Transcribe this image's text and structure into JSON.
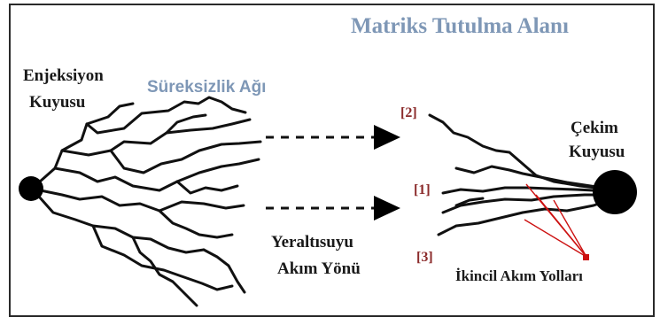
{
  "labels": {
    "matrix_zone": "Matriks Tutulma Alanı",
    "fracture_network": "Süreksizlik Ağı",
    "injection_well_line1": "Enjeksiyon",
    "injection_well_line2": "Kuyusu",
    "extraction_well_line1": "Çekim",
    "extraction_well_line2": "Kuyusu",
    "groundwater_flow_line1": "Yeraltısuyu",
    "groundwater_flow_line2": "Akım Yönü",
    "path_2": "[2]",
    "path_1": "[1]",
    "path_3": "[3]",
    "secondary_paths": "İkincil Akım Yolları"
  },
  "colors": {
    "frame": "#2a2a2a",
    "branches": "#111111",
    "blue_label": "#7e97b6",
    "red_number": "#8b2b2b",
    "pointer": "#cc1111"
  }
}
